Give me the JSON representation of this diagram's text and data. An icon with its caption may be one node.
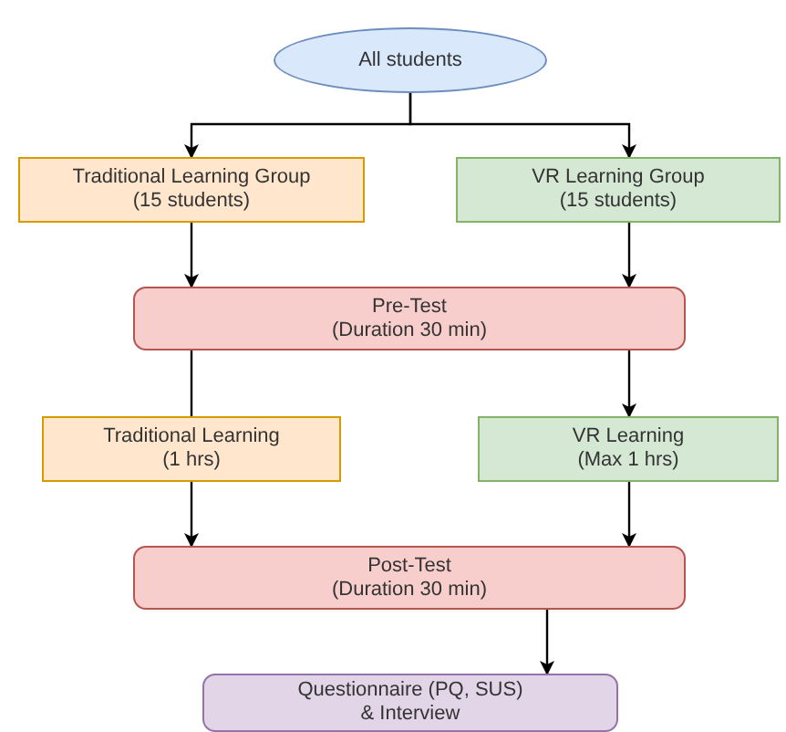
{
  "diagram": {
    "nodes": [
      {
        "text": [
          "All students"
        ]
      },
      {
        "text": [
          "Traditional Learning Group",
          "(15 students)"
        ]
      },
      {
        "text": [
          "VR Learning Group",
          "(15 students)"
        ]
      },
      {
        "text": [
          "Pre-Test",
          "(Duration 30 min)"
        ]
      },
      {
        "text": [
          "Traditional Learning",
          "(1 hrs)"
        ]
      },
      {
        "text": [
          "VR Learning",
          "(Max 1 hrs)"
        ]
      },
      {
        "text": [
          "Post-Test",
          "(Duration 30 min)"
        ]
      },
      {
        "text": [
          "Questionnaire (PQ, SUS)",
          "& Interview"
        ]
      }
    ],
    "edges": [
      {
        "from": 0,
        "to": 1,
        "arrow": "to"
      },
      {
        "from": 0,
        "to": 2,
        "arrow": "to"
      },
      {
        "from": 1,
        "to": 3,
        "arrow": "to"
      },
      {
        "from": 2,
        "to": 3,
        "arrow": "to"
      },
      {
        "from": 3,
        "to": 4,
        "arrow": "none"
      },
      {
        "from": 3,
        "to": 5,
        "arrow": "to"
      },
      {
        "from": 4,
        "to": 6,
        "arrow": "to"
      },
      {
        "from": 5,
        "to": 6,
        "arrow": "to"
      },
      {
        "from": 6,
        "to": 7,
        "arrow": "to"
      }
    ]
  }
}
